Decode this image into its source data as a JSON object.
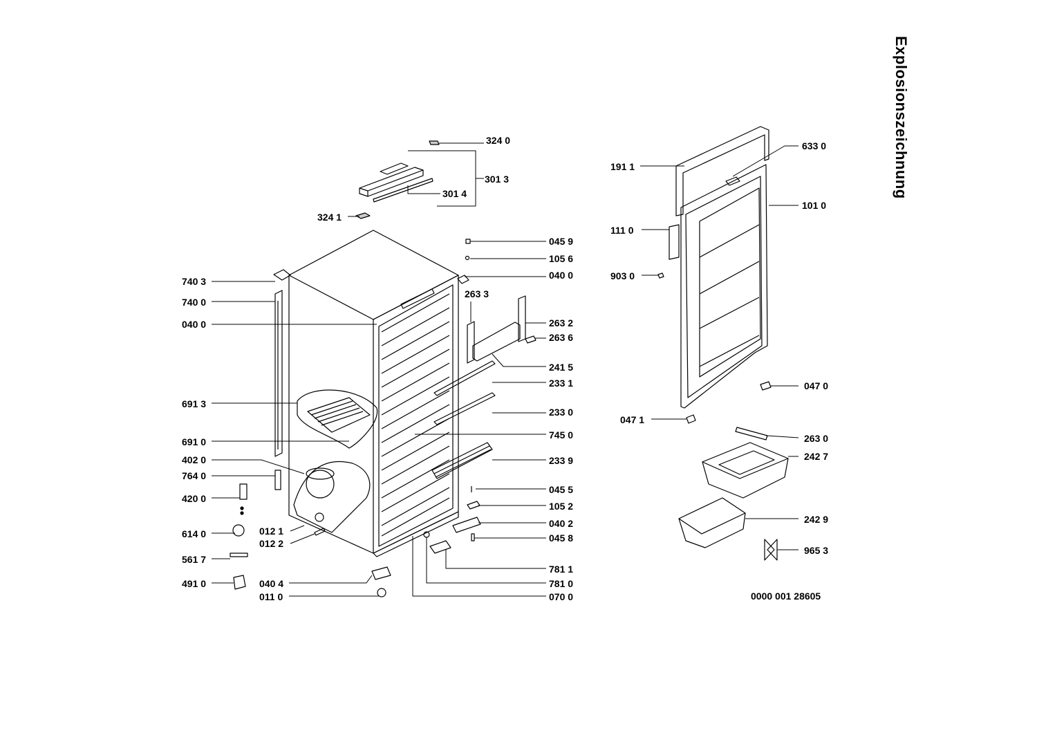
{
  "title": "Explosionszeichnung",
  "document_number": "0000 001 28605",
  "part_labels": {
    "p3240": "324 0",
    "p3013": "301 3",
    "p3014": "301 4",
    "p3241": "324 1",
    "p0459": "045 9",
    "p1056": "105 6",
    "p0400r": "040 0",
    "p2633": "263 3",
    "p2632": "263 2",
    "p2636": "263 6",
    "p2415": "241 5",
    "p2331": "233 1",
    "p2330": "233 0",
    "p7450": "745 0",
    "p2339": "233 9",
    "p0455": "045 5",
    "p1052": "105 2",
    "p0402": "040 2",
    "p0458": "045 8",
    "p7811": "781 1",
    "p7810": "781 0",
    "p0700": "070 0",
    "p7403": "740 3",
    "p7400": "740 0",
    "p0400l": "040 0",
    "p6913": "691 3",
    "p6910": "691 0",
    "p4020": "402 0",
    "p7640": "764 0",
    "p4200": "420 0",
    "p6140": "614 0",
    "p5617": "561 7",
    "p4910": "491 0",
    "p0121": "012 1",
    "p0122": "012 2",
    "p0404": "040 4",
    "p0110": "011 0",
    "p1911": "191 1",
    "p6330": "633 0",
    "p1010": "101 0",
    "p1110": "111 0",
    "p9030": "903 0",
    "p0470": "047 0",
    "p0471": "047 1",
    "p2630": "263 0",
    "p2427": "242 7",
    "p2429": "242 9",
    "p9653": "965 3"
  }
}
